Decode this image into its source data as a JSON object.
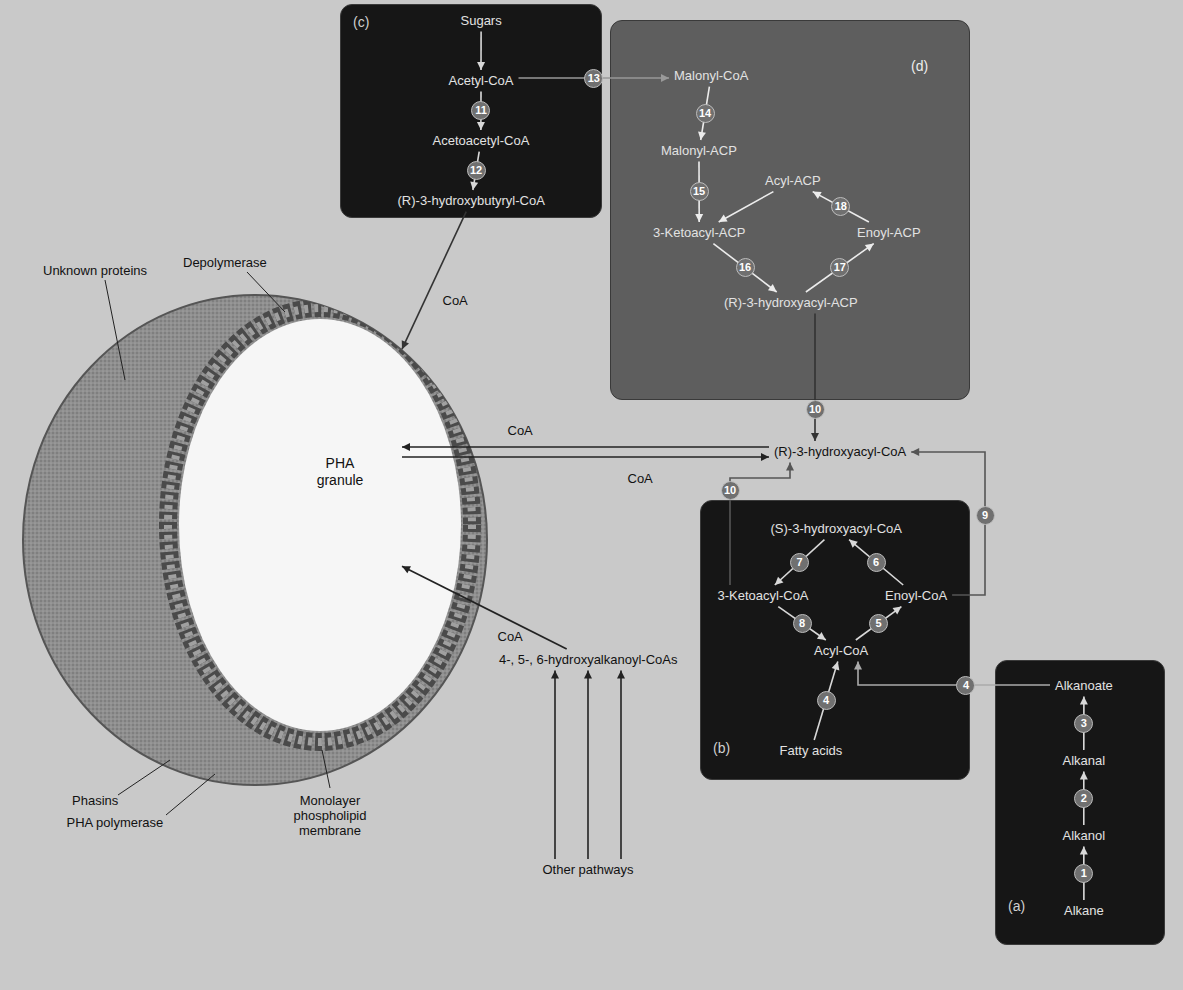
{
  "diagram": {
    "nodes": [
      {
        "text": [
          "(c)"
        ]
      },
      {
        "text": [
          "Sugars"
        ],
        "in": 0
      },
      {
        "text": [
          "Acetyl-CoA"
        ],
        "in": 0
      },
      {
        "text": [
          "Acetoacetyl-CoA"
        ],
        "in": 0
      },
      {
        "text": [
          "(R)-3-hydroxybutyryl-CoA"
        ],
        "in": 0
      },
      {
        "text": [
          "(d)"
        ]
      },
      {
        "text": [
          "Malonyl-CoA"
        ],
        "in": 5
      },
      {
        "text": [
          "Malonyl-ACP"
        ],
        "in": 5
      },
      {
        "text": [
          "Acyl-ACP"
        ],
        "in": 5
      },
      {
        "text": [
          "3-Ketoacyl-ACP"
        ],
        "in": 5
      },
      {
        "text": [
          "Enoyl-ACP"
        ],
        "in": 5
      },
      {
        "text": [
          "(R)-3-hydroxyacyl-ACP"
        ],
        "in": 5
      },
      {
        "text": [
          "PHA granule"
        ]
      },
      {
        "text": [
          "(R)-3-hydroxyacyl-CoA"
        ]
      },
      {
        "text": [
          "4-, 5-, 6-hydroxyalkanoyl-CoAs"
        ]
      },
      {
        "text": [
          "(b)"
        ]
      },
      {
        "text": [
          "(S)-3-hydroxyacyl-CoA"
        ],
        "in": 15
      },
      {
        "text": [
          "3-Ketoacyl-CoA"
        ],
        "in": 15
      },
      {
        "text": [
          "Enoyl-CoA"
        ],
        "in": 15
      },
      {
        "text": [
          "Acyl-CoA"
        ],
        "in": 15
      },
      {
        "text": [
          "Fatty acids"
        ],
        "in": 15
      },
      {
        "text": [
          "Other pathways"
        ]
      },
      {
        "text": [
          "(a)"
        ]
      },
      {
        "text": [
          "Alkanoate"
        ],
        "in": 22
      },
      {
        "text": [
          "Alkanal"
        ],
        "in": 22
      },
      {
        "text": [
          "Alkanol"
        ],
        "in": 22
      },
      {
        "text": [
          "Alkane"
        ],
        "in": 22
      }
    ],
    "edges": [
      {
        "from": 1,
        "to": 2,
        "arrow": "to"
      },
      {
        "from": 2,
        "to": 3,
        "label": "11",
        "arrow": "to"
      },
      {
        "from": 3,
        "to": 4,
        "label": "12",
        "arrow": "to"
      },
      {
        "from": 2,
        "to": 6,
        "label": "13",
        "arrow": "to"
      },
      {
        "from": 6,
        "to": 7,
        "label": "14",
        "arrow": "to"
      },
      {
        "from": 7,
        "to": 9,
        "label": "15",
        "arrow": "to"
      },
      {
        "from": 8,
        "to": 9,
        "arrow": "to"
      },
      {
        "from": 9,
        "to": 11,
        "label": "16",
        "arrow": "to"
      },
      {
        "from": 11,
        "to": 10,
        "label": "17",
        "arrow": "to"
      },
      {
        "from": 10,
        "to": 8,
        "label": "18",
        "arrow": "to"
      },
      {
        "from": 11,
        "to": 13,
        "label": "10",
        "arrow": "to"
      },
      {
        "from": 4,
        "to": 12,
        "arrow": "to"
      },
      {
        "from": 13,
        "to": 12,
        "arrow": "to"
      },
      {
        "from": 12,
        "to": 13,
        "arrow": "to"
      },
      {
        "from": 14,
        "to": 12,
        "arrow": "to"
      },
      {
        "from": 21,
        "to": 14,
        "arrow": "to"
      },
      {
        "from": 21,
        "to": 14,
        "arrow": "to"
      },
      {
        "from": 21,
        "to": 14,
        "arrow": "to"
      },
      {
        "from": 26,
        "to": 25,
        "label": "1",
        "arrow": "to"
      },
      {
        "from": 25,
        "to": 24,
        "label": "2",
        "arrow": "to"
      },
      {
        "from": 24,
        "to": 23,
        "label": "3",
        "arrow": "to"
      },
      {
        "from": 23,
        "to": 19,
        "label": "4",
        "arrow": "to"
      },
      {
        "from": 20,
        "to": 19,
        "label": "4",
        "arrow": "to"
      },
      {
        "from": 19,
        "to": 18,
        "label": "5",
        "arrow": "to"
      },
      {
        "from": 18,
        "to": 16,
        "label": "6",
        "arrow": "to"
      },
      {
        "from": 16,
        "to": 17,
        "label": "7",
        "arrow": "to"
      },
      {
        "from": 17,
        "to": 19,
        "label": "8",
        "arrow": "to"
      },
      {
        "from": 18,
        "to": 13,
        "label": "9",
        "arrow": "to"
      },
      {
        "from": 17,
        "to": 13,
        "label": "10",
        "arrow": "to"
      }
    ],
    "labels": [
      "Unknown proteins",
      "Depolymerase",
      "Phasins",
      "PHA polymerase",
      "Monolayer phospholipid membrane",
      "CoA",
      "CoA",
      "CoA",
      "CoA"
    ]
  }
}
